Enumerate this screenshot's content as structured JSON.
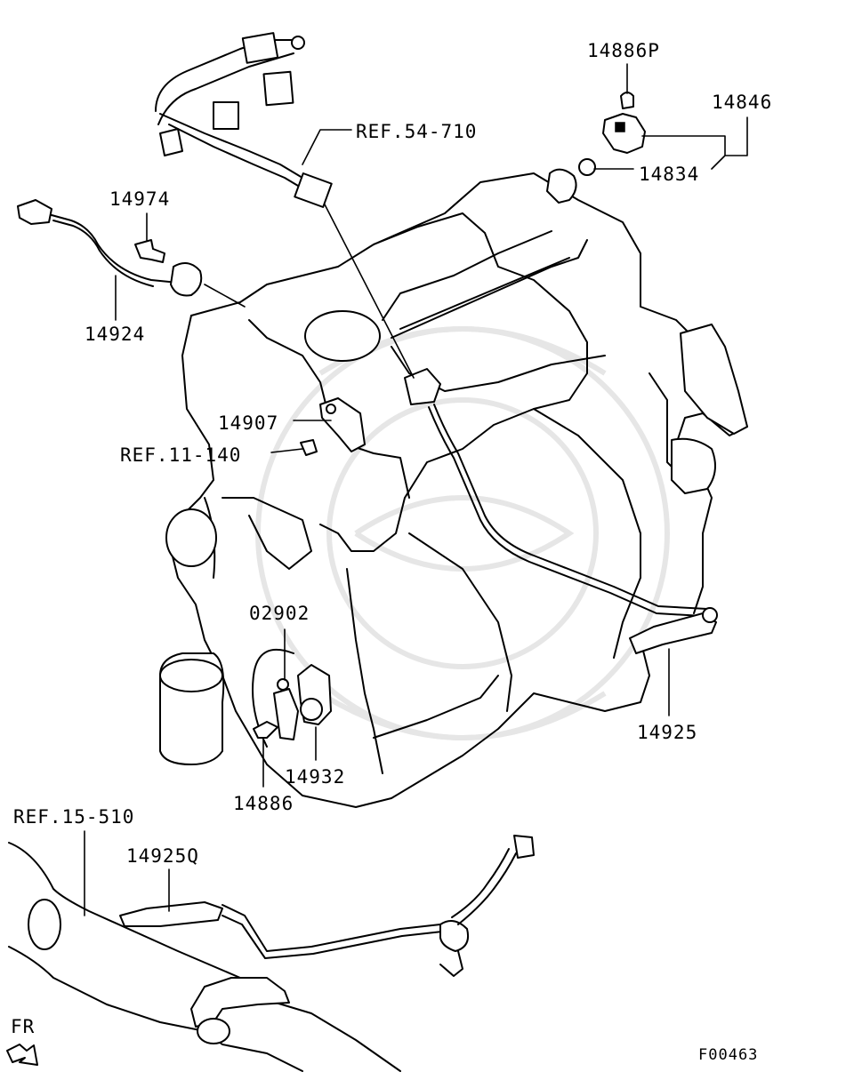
{
  "diagram_code": "F00463",
  "direction_label": "FR",
  "callouts": {
    "p14886P": "14886P",
    "p14846": "14846",
    "p14834": "14834",
    "ref54710": "REF.54-710",
    "p14974": "14974",
    "p14924": "14924",
    "p14907": "14907",
    "ref11140": "REF.11-140",
    "p02902": "02902",
    "p14925": "14925",
    "p14932": "14932",
    "p14886": "14886",
    "ref15510": "REF.15-510",
    "p14925Q": "14925Q"
  }
}
